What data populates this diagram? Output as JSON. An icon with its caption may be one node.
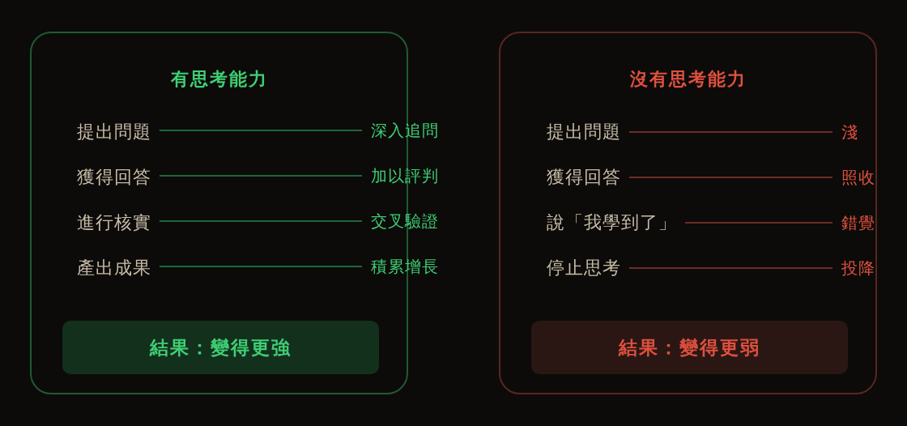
{
  "diagram": {
    "nodes": [
      {
        "text": [
          "有思考能力"
        ]
      },
      {
        "text": [
          "提出問題"
        ],
        "in": 0
      },
      {
        "text": [
          "深入追問"
        ]
      },
      {
        "text": [
          "獲得回答"
        ],
        "in": 0
      },
      {
        "text": [
          "加以評判"
        ]
      },
      {
        "text": [
          "進行核實"
        ],
        "in": 0
      },
      {
        "text": [
          "交叉驗證"
        ]
      },
      {
        "text": [
          "產出成果"
        ],
        "in": 0
      },
      {
        "text": [
          "積累增長"
        ]
      },
      {
        "text": [
          "結果：變得更強"
        ],
        "in": 0
      },
      {
        "text": [
          "沒有思考能力"
        ]
      },
      {
        "text": [
          "提出問題"
        ],
        "in": 10
      },
      {
        "text": [
          "淺"
        ],
        "in": 10
      },
      {
        "text": [
          "獲得回答"
        ],
        "in": 10
      },
      {
        "text": [
          "照收"
        ],
        "in": 10
      },
      {
        "text": [
          "說「我學到了」"
        ],
        "in": 10
      },
      {
        "text": [
          "錯覺"
        ],
        "in": 10
      },
      {
        "text": [
          "停止思考"
        ],
        "in": 10
      },
      {
        "text": [
          "投降"
        ],
        "in": 10
      },
      {
        "text": [
          "結果：變得更弱"
        ],
        "in": 10
      }
    ],
    "edges": [
      {
        "from": 1,
        "to": 2,
        "arrow": "none",
        "color": "#23874c"
      },
      {
        "from": 3,
        "to": 4,
        "arrow": "none",
        "color": "#23874c"
      },
      {
        "from": 5,
        "to": 6,
        "arrow": "none",
        "color": "#23874c"
      },
      {
        "from": 7,
        "to": 8,
        "arrow": "none",
        "color": "#23874c"
      },
      {
        "from": 11,
        "to": 12,
        "arrow": "none",
        "color": "#8c3a31"
      },
      {
        "from": 13,
        "to": 14,
        "arrow": "none",
        "color": "#8c3a31"
      },
      {
        "from": 15,
        "to": 16,
        "arrow": "none",
        "color": "#8c3a31"
      },
      {
        "from": 17,
        "to": 18,
        "arrow": "none",
        "color": "#8c3a31"
      }
    ]
  }
}
